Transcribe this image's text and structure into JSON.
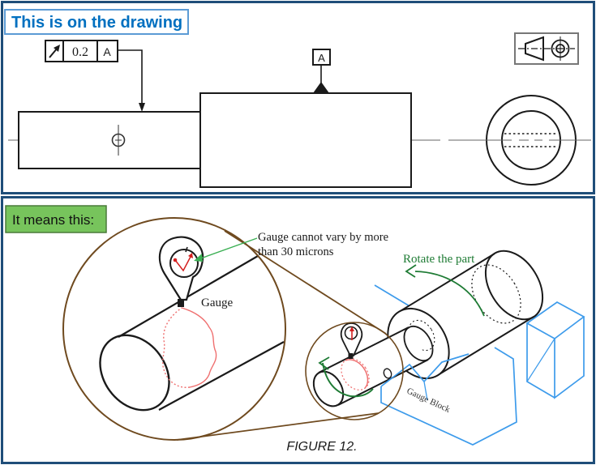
{
  "top_panel": {
    "label": "This is on the drawing",
    "fcf": {
      "symbol_name": "circular-runout-arrow",
      "tolerance": "0.2",
      "datum_ref": "A"
    },
    "datum_flag": "A"
  },
  "bottom_panel": {
    "label": "It means this:",
    "gauge_note_line1": "Gauge cannot vary by more",
    "gauge_note_line2": "than 30 microns",
    "gauge_label": "Gauge",
    "rotate_label": "Rotate the part",
    "gauge_block_label": "Gauge Block",
    "figure_caption": "FIGURE 12."
  },
  "colors": {
    "panel_border": "#1F4E79",
    "title_text": "#0070C0",
    "title_box_border": "#5B9BD5",
    "callout_green_fill": "#77C45C",
    "annotation_green": "#1E7B34",
    "magnifier_brown": "#6F4A1F",
    "gauge_block_blue": "#3D9BEB",
    "runout_red": "#EF7070",
    "drawing_black": "#1a1a1a"
  }
}
